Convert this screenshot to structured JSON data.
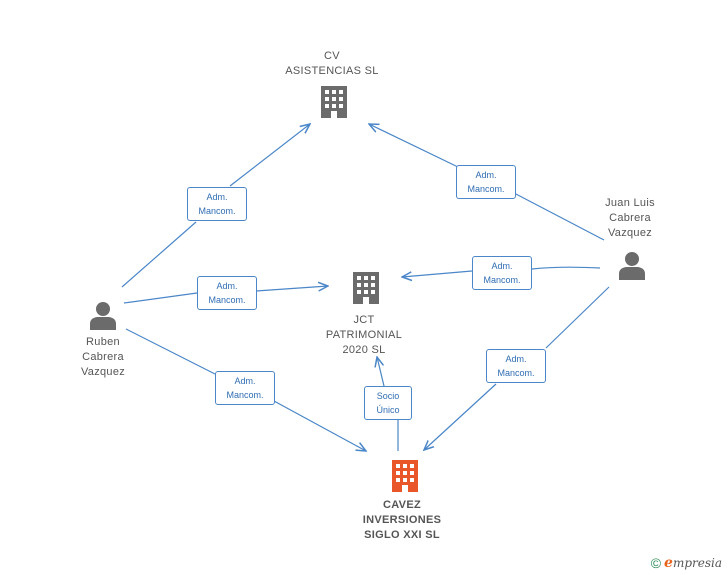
{
  "nodes": {
    "cv": {
      "lines": [
        "CV",
        "ASISTENCIAS SL"
      ],
      "type": "company"
    },
    "jct": {
      "lines": [
        "JCT",
        "PATRIMONIAL",
        "2020  SL"
      ],
      "type": "company"
    },
    "cavez": {
      "lines": [
        "CAVEZ",
        "INVERSIONES",
        "SIGLO XXI  SL"
      ],
      "type": "company-main"
    },
    "ruben": {
      "lines": [
        "Ruben",
        "Cabrera",
        "Vazquez"
      ],
      "type": "person"
    },
    "juan": {
      "lines": [
        "Juan Luis",
        "Cabrera",
        "Vazquez"
      ],
      "type": "person"
    }
  },
  "edges": [
    {
      "id": "ruben-cv",
      "from": "ruben",
      "to": "cv",
      "label": [
        "Adm.",
        "Mancom."
      ]
    },
    {
      "id": "ruben-jct",
      "from": "ruben",
      "to": "jct",
      "label": [
        "Adm.",
        "Mancom."
      ]
    },
    {
      "id": "ruben-cavez",
      "from": "ruben",
      "to": "cavez",
      "label": [
        "Adm.",
        "Mancom."
      ]
    },
    {
      "id": "juan-cv",
      "from": "juan",
      "to": "cv",
      "label": [
        "Adm.",
        "Mancom."
      ]
    },
    {
      "id": "juan-jct",
      "from": "juan",
      "to": "jct",
      "label": [
        "Adm.",
        "Mancom."
      ]
    },
    {
      "id": "juan-cavez",
      "from": "juan",
      "to": "cavez",
      "label": [
        "Adm.",
        "Mancom."
      ]
    },
    {
      "id": "cavez-jct",
      "from": "cavez",
      "to": "jct",
      "label": [
        "Socio",
        "Único"
      ]
    }
  ],
  "colors": {
    "edge": "#4a86c8",
    "company_icon": "#6b6b6b",
    "main_company_icon": "#e8562a",
    "person_icon": "#6b6b6b"
  },
  "icons": {
    "company": "building-icon",
    "person": "person-icon"
  },
  "footer": {
    "copyright": "©",
    "brand_initial": "e",
    "brand_rest": "mpresia"
  }
}
